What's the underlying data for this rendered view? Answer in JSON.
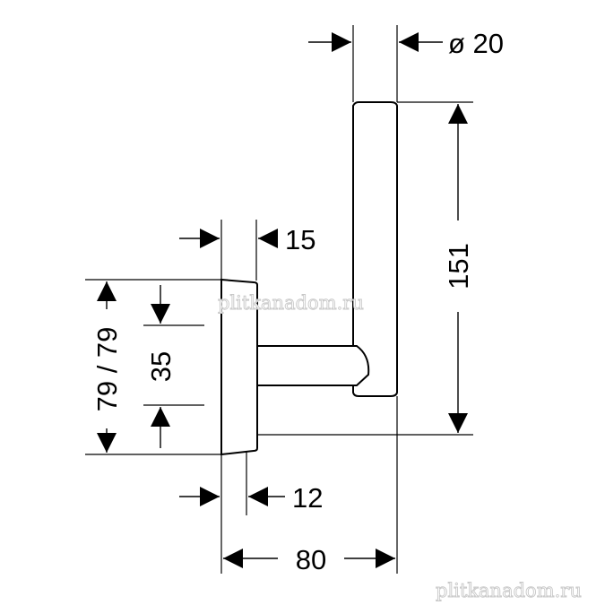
{
  "dimensions": {
    "diameter": "ø 20",
    "total_height": "151",
    "flange_depth_top": "15",
    "flange_heights": "79 / 79",
    "rod_offset": "35",
    "flange_depth_bottom": "12",
    "total_depth": "80"
  },
  "watermarks": {
    "center": "plitkanadom.ru",
    "corner": "plitkanadom.ru"
  },
  "colors": {
    "line": "#000000",
    "watermark": "#c8c8c8"
  }
}
